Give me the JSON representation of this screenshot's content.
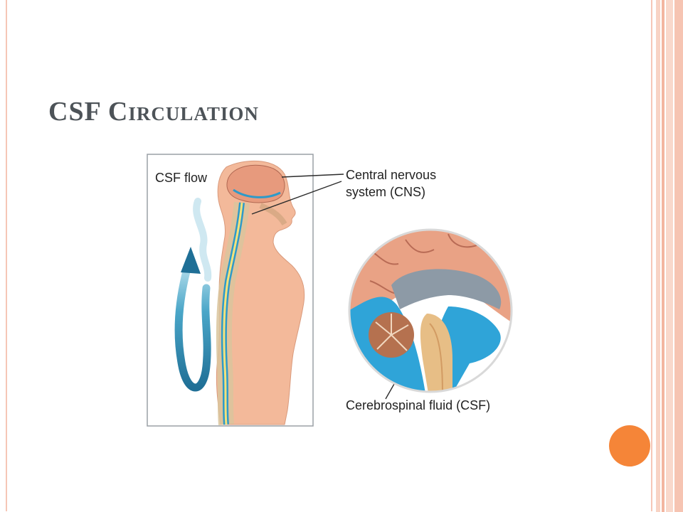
{
  "slide": {
    "title": "CSF Circulation"
  },
  "figure": {
    "flow_label": "CSF flow",
    "cns_label_line1": "Central nervous",
    "cns_label_line2": "system (CNS)",
    "csf_label": "Cerebrospinal fluid (CSF)"
  },
  "colors": {
    "accent_orange": "#f58538",
    "frame_pink": "#f6c6b6",
    "title_gray": "#4d5358",
    "csf_blue": "#2e9ac9",
    "skin": "#f3b99a"
  }
}
